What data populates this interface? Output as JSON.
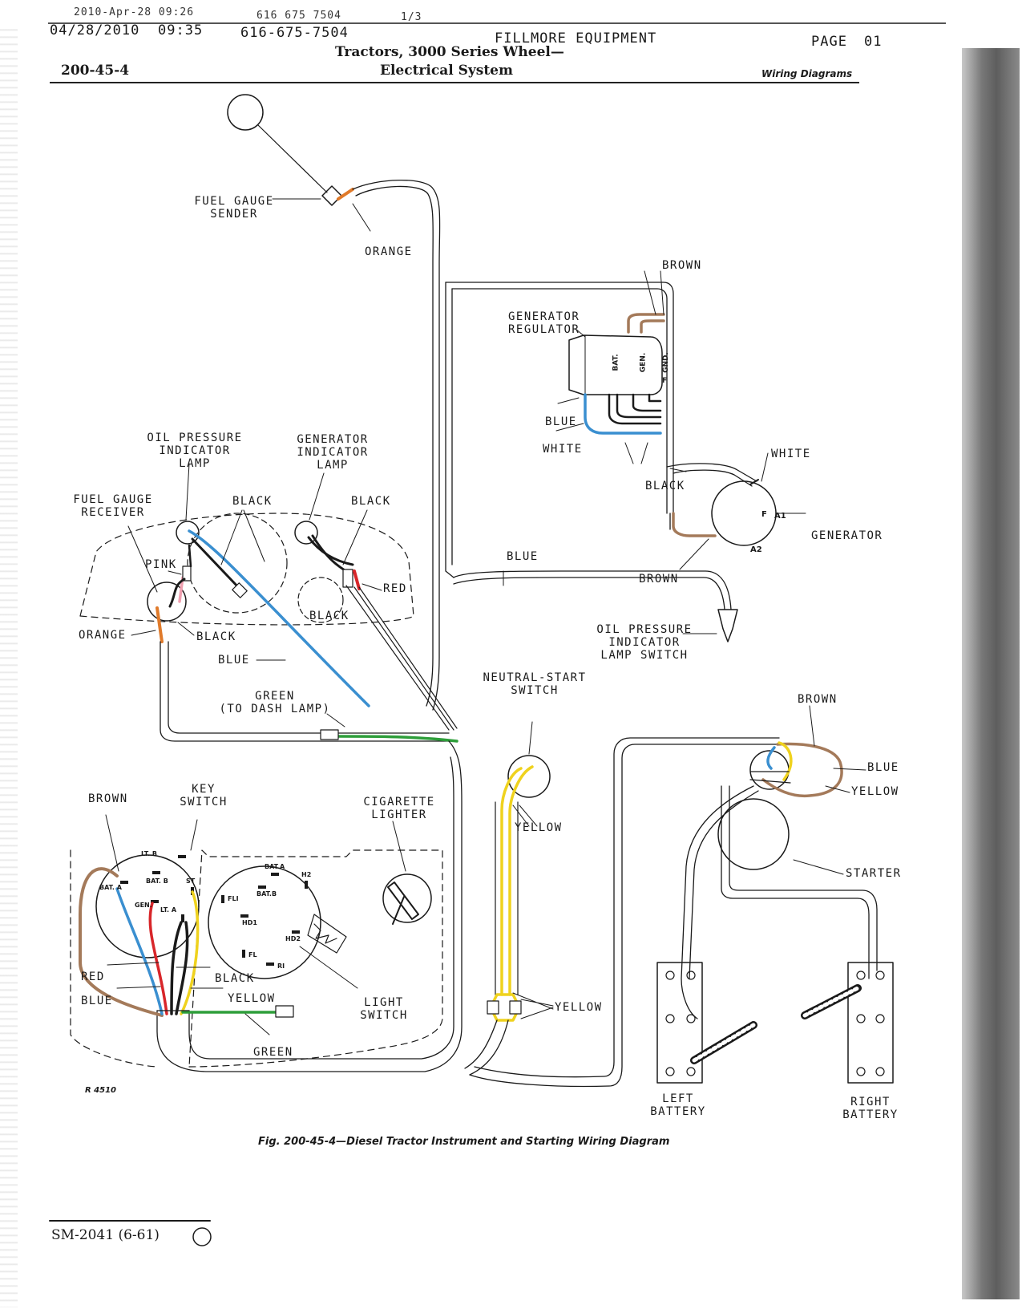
{
  "fax_header": {
    "line1_date": "2010-Apr-28 09:26",
    "line1_phone": "616 675 7504",
    "line1_page": "1/3",
    "date": "04/28/2010",
    "time": "09:35",
    "phone": "616-675-7504",
    "company": "FILLMORE EQUIPMENT",
    "page_label": "PAGE",
    "page_number": "01"
  },
  "document": {
    "section_number": "200-45-4",
    "title_line1": "Tractors, 3000 Series Wheel—",
    "title_line2": "Electrical System",
    "section_name": "Wiring Diagrams",
    "figure_code": "R 4510",
    "caption": "Fig. 200-45-4—Diesel Tractor Instrument and Starting Wiring Diagram",
    "footer_code": "SM-2041 (6-61)"
  },
  "labels": {
    "fuel_gauge_sender": [
      "FUEL GAUGE",
      "SENDER"
    ],
    "orange_top": "ORANGE",
    "brown_regulator": "BROWN",
    "generator_regulator": [
      "GENERATOR",
      "REGULATOR"
    ],
    "blue_regulator": "BLUE",
    "white_regulator": "WHITE",
    "black_regulator": "BLACK",
    "white_generator": "WHITE",
    "generator": "GENERATOR",
    "brown_generator": "BROWN",
    "blue_harness": "BLUE",
    "oil_pressure_lamp": [
      "OIL PRESSURE",
      "INDICATOR",
      "LAMP"
    ],
    "generator_lamp": [
      "GENERATOR",
      "INDICATOR",
      "LAMP"
    ],
    "fuel_gauge_receiver": [
      "FUEL GAUGE",
      "RECEIVER"
    ],
    "black_left": "BLACK",
    "black_right": "BLACK",
    "pink": "PINK",
    "red_dash": "RED",
    "black_inner": "BLACK",
    "orange_dash": "ORANGE",
    "black_dash": "BLACK",
    "blue_dash": "BLUE",
    "green_dash": [
      "GREEN",
      "(TO DASH LAMP)"
    ],
    "oil_pressure_switch": [
      "OIL PRESSURE",
      "INDICATOR",
      "LAMP SWITCH"
    ],
    "neutral_start_switch": [
      "NEUTRAL-START",
      "SWITCH"
    ],
    "yellow_neutral": "YELLOW",
    "brown_starter": "BROWN",
    "blue_starter": "BLUE",
    "yellow_starter": "YELLOW",
    "starter": "STARTER",
    "yellow_connector": "YELLOW",
    "left_battery": [
      "LEFT",
      "BATTERY"
    ],
    "right_battery": [
      "RIGHT",
      "BATTERY"
    ],
    "brown_key": "BROWN",
    "key_switch": [
      "KEY",
      "SWITCH"
    ],
    "cigarette_lighter": [
      "CIGARETTE",
      "LIGHTER"
    ],
    "red_key": "RED",
    "blue_key": "BLUE",
    "black_key": "BLACK",
    "yellow_key": "YELLOW",
    "green_key": "GREEN",
    "light_switch": [
      "LIGHT",
      "SWITCH"
    ]
  },
  "regulator_terminals": [
    "BAT.",
    "GEN.",
    "GND.",
    "F"
  ],
  "generator_terminals": [
    "F",
    "A1",
    "A2"
  ],
  "key_terminals": [
    "LT. B",
    "BAT. A",
    "BAT. B",
    "ST",
    "GEN.",
    "LT. A"
  ],
  "light_terminals": [
    "BAT.A",
    "H2",
    "BAT.B",
    "FLI",
    "HD1",
    "HD2",
    "FL",
    "RI"
  ],
  "colors": {
    "wire_black": "#1a1a1a",
    "wire_blue": "#3a8fd0",
    "wire_red": "#d8262a",
    "wire_yellow": "#efd21e",
    "wire_brown": "#a47a5a",
    "wire_orange": "#e07a2a",
    "wire_pink": "#f0a0b0",
    "wire_green": "#2e9e3a"
  }
}
